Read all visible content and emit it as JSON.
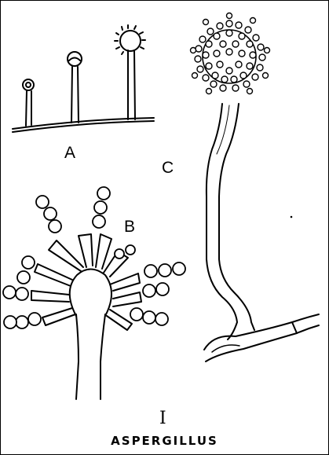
{
  "figure": {
    "labels": {
      "a": "A",
      "b": "B",
      "c": "C"
    },
    "roman_numeral": "I",
    "genus_name": "ASPERGILLUS"
  },
  "colors": {
    "ink": "#000000",
    "paper": "#ffffff"
  },
  "icons": [
    "aspergillus-colony-drawing",
    "aspergillus-vesicle-drawing",
    "aspergillus-conidiophore-drawing"
  ]
}
